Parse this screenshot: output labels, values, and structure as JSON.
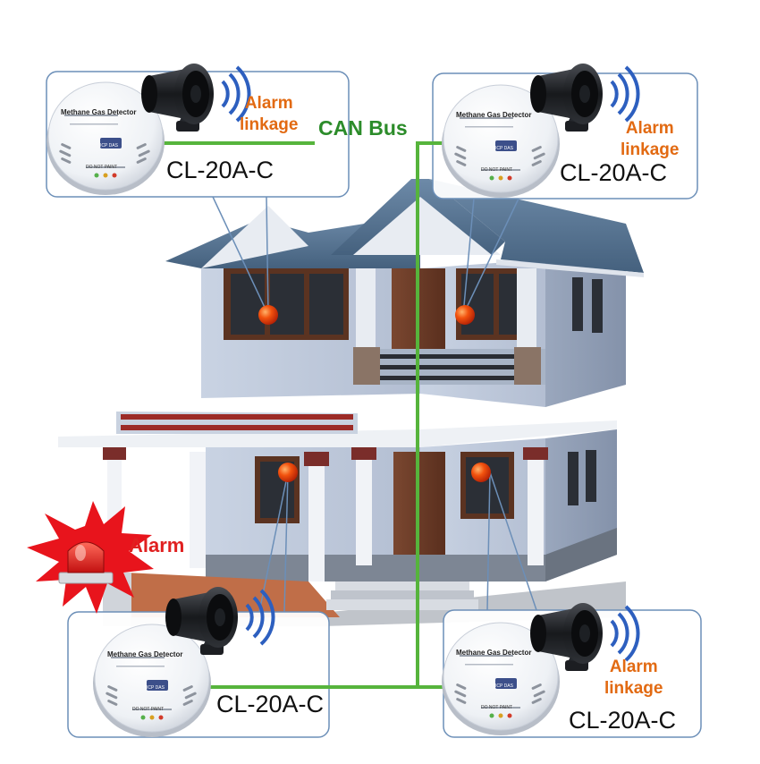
{
  "bus_label": "CAN Bus",
  "alarm_label": "Alarm",
  "detector_face": {
    "title": "Methane Gas Detector",
    "logo": "ICP DAS",
    "do_not_paint": "DO NOT PAINT"
  },
  "devices": [
    {
      "model": "CL-20A-C",
      "linkage": [
        "Alarm",
        "linkage"
      ]
    },
    {
      "model": "CL-20A-C",
      "linkage": [
        "Alarm",
        "linkage"
      ]
    },
    {
      "model": "CL-20A-C"
    },
    {
      "model": "CL-20A-C",
      "linkage": [
        "Alarm",
        "linkage"
      ]
    }
  ],
  "colors": {
    "bus": "#56b43c",
    "box_border": "#6c8fb8",
    "alarm_text": "#e02020",
    "linkage_text": "#e26a12",
    "bus_text": "#2c8c2a",
    "sensor_dot": "#e8320a",
    "burst": "#e8141c"
  },
  "icons": [
    "siren-speaker-icon",
    "wireless-signal-icon",
    "gas-detector-icon",
    "warning-beacon-icon",
    "house-illustration"
  ]
}
